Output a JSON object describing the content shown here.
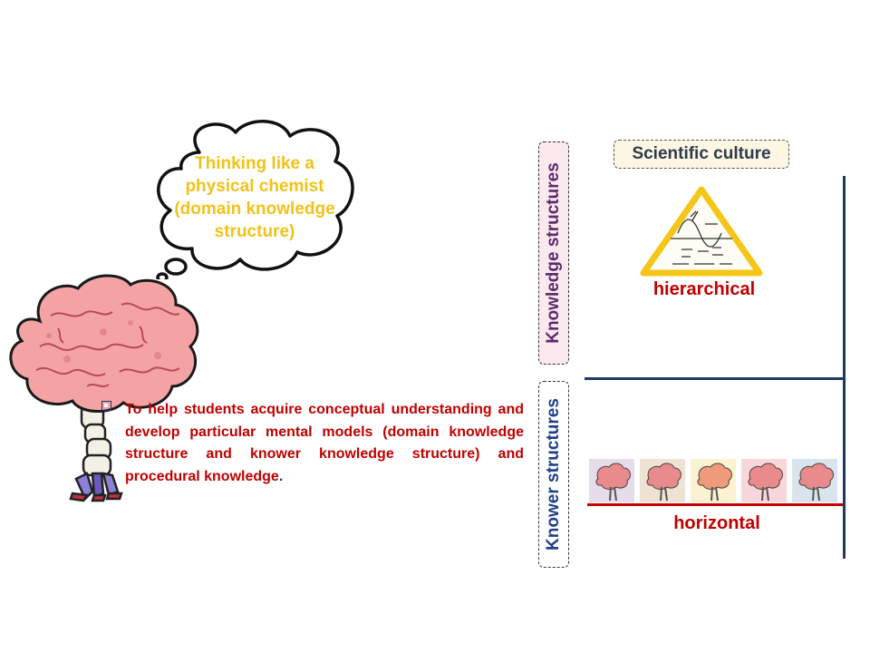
{
  "cloud": {
    "lines": [
      "Thinking like a",
      "physical chemist",
      "(domain knowledge",
      "structure)"
    ]
  },
  "bullet": {
    "text": "To help students acquire conceptual understanding and develop particular mental models (domain knowledge structure and knower knowledge structure) and procedural knowledge",
    "end": "."
  },
  "labels": {
    "knowledge_structures": "Knowledge structures",
    "knower_structures": "Knower structures",
    "scientific_culture": "Scientific culture",
    "hierarchical": "hierarchical",
    "horizontal": "horizontal"
  },
  "tiles": [
    {
      "bg": "#e6dcea"
    },
    {
      "bg": "#eee3d2"
    },
    {
      "bg": "#fbf2cf"
    },
    {
      "bg": "#f8d7da"
    },
    {
      "bg": "#d9e4ec"
    }
  ],
  "colors": {
    "accent_red": "#c00000",
    "navy": "#1f3864",
    "cloud_text": "#f2c21a",
    "triangle": "#f5c518"
  }
}
